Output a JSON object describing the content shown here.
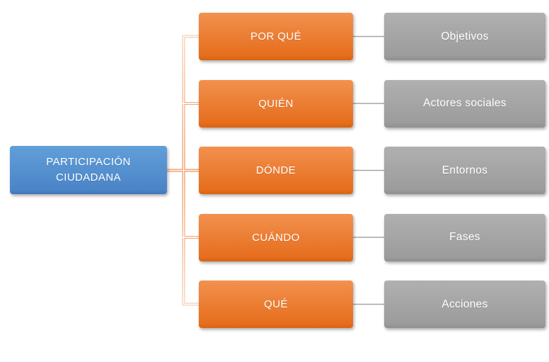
{
  "diagram": {
    "root": {
      "label": "PARTICIPACIÓN CIUDADANA",
      "label_line1": "PARTICIPACIÓN",
      "label_line2": "CIUDADANA"
    },
    "rows": [
      {
        "question": "POR QUÉ",
        "answer": "Objetivos"
      },
      {
        "question": "QUIÉN",
        "answer": "Actores sociales"
      },
      {
        "question": "DÓNDE",
        "answer": "Entornos"
      },
      {
        "question": "CUÁNDO",
        "answer": "Fases"
      },
      {
        "question": "QUÉ",
        "answer": "Acciones"
      }
    ]
  },
  "colors": {
    "root_fill_top": "#619fd9",
    "root_fill_bottom": "#4b84c7",
    "question_fill_top": "#f2914e",
    "question_fill_bottom": "#e66e1e",
    "answer_fill_top": "#b0b0b0",
    "answer_fill_bottom": "#9c9c9c",
    "connector_strong": "#e8782e",
    "connector_medium": "#f19f66",
    "connector_pale": "#f6c3a2",
    "answer_connector": "#a6a6a6",
    "text": "#ffffff"
  }
}
